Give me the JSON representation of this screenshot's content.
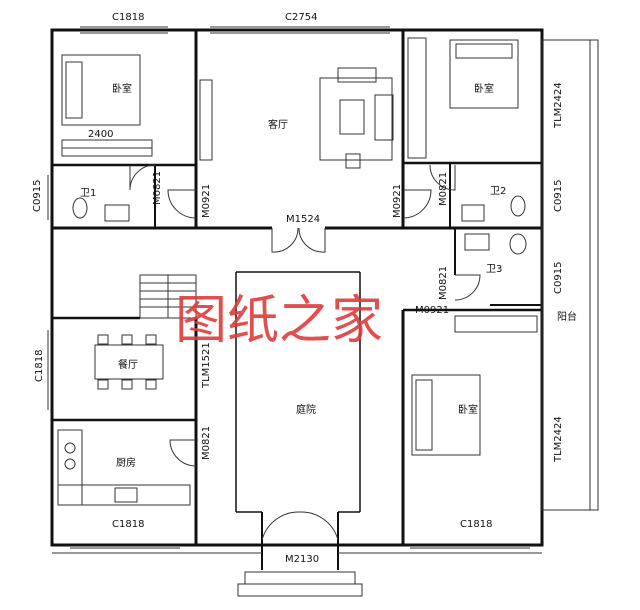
{
  "colors": {
    "wall": "#111111",
    "line": "#333333",
    "watermark": "#e03a3a",
    "background": "#ffffff"
  },
  "watermark": "图纸之家",
  "rooms": {
    "bedroom_nw": "卧室",
    "living": "客厅",
    "bedroom_ne": "卧室",
    "bath1": "卫1",
    "bath2": "卫2",
    "bath3": "卫3",
    "dining": "餐厅",
    "courtyard": "庭院",
    "kitchen": "厨房",
    "bedroom_se": "卧室",
    "balcony": "阳台"
  },
  "labels": {
    "c1818_top": "C1818",
    "c2754": "C2754",
    "dim_2400": "2400",
    "c0915_left": "C0915",
    "m0821_bath1": "M0821",
    "m0921_left": "M0921",
    "m1524": "M1524",
    "m0921_right": "M0921",
    "m0821_bath2": "M0821",
    "c0915_right": "C0915",
    "tlm2424_top": "TLM2424",
    "c0915_bath3": "C0915",
    "m0821_bath3": "M0821",
    "m0921_bath3": "M0921",
    "c1818_left": "C1818",
    "tlm1521": "TLM1521",
    "m0821_kitchen": "M0821",
    "tlm2424_bottom": "TLM2424",
    "c1818_bottom_left": "C1818",
    "c1818_bottom_right": "C1818",
    "m2130": "M2130"
  }
}
